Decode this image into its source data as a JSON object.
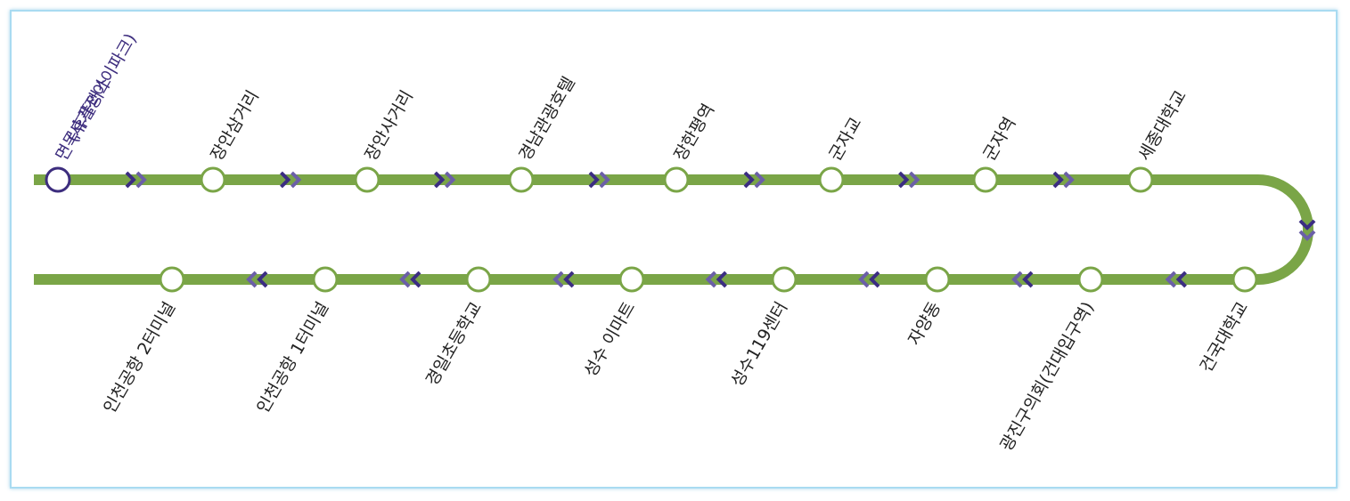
{
  "colors": {
    "line": "#7aa547",
    "station_fill": "#ffffff",
    "first_station_stroke": "#3d2d7e",
    "arrow_dark": "#3b2d82",
    "arrow_light": "#6b5fa8",
    "label_text": "#222222",
    "first_label_text": "#3d2d7e",
    "frame_border": "#a9dbf1"
  },
  "route": {
    "top_row": [
      {
        "line1": "면목휴플러스",
        "line2": "(사가정아이파크)",
        "start": true
      },
      {
        "line1": "장안삼거리"
      },
      {
        "line1": "장안사거리"
      },
      {
        "line1": "경남관광호텔"
      },
      {
        "line1": "장한평역"
      },
      {
        "line1": "군자교"
      },
      {
        "line1": "군자역"
      },
      {
        "line1": "세종대학교"
      }
    ],
    "bottom_row_right_to_left": [
      {
        "line1": "건국대학교"
      },
      {
        "line1": "광진구의회(건대입구역)"
      },
      {
        "line1": "자양동"
      },
      {
        "line1": "성수119센터"
      },
      {
        "line1": "성수 이마트"
      },
      {
        "line1": "경일초등학교"
      },
      {
        "line1": "인천공항 1터미널"
      },
      {
        "line1": "인천공항 2터미널"
      }
    ],
    "direction_icons": {
      "top_row": "double-chevron-right-icon",
      "turn": "double-chevron-down-icon",
      "bottom_row": "double-chevron-left-icon"
    }
  }
}
